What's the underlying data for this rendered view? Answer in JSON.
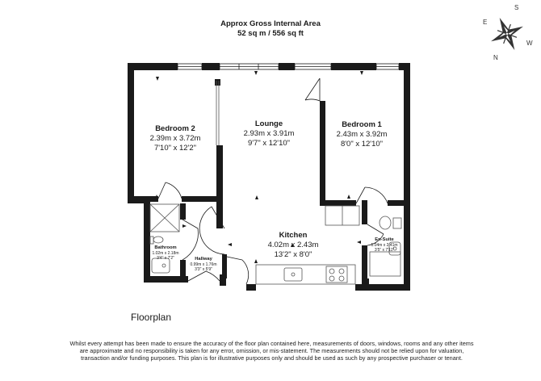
{
  "header": {
    "title": "Approx Gross Internal Area",
    "size": "52 sq m / 556 sq ft"
  },
  "compass": {
    "labels": [
      "S",
      "E",
      "N",
      "W"
    ]
  },
  "rooms": {
    "bedroom2": {
      "name": "Bedroom 2",
      "metric": "2.39m x 3.72m",
      "imperial": "7'10\" x 12'2\""
    },
    "lounge": {
      "name": "Lounge",
      "metric": "2.93m x 3.91m",
      "imperial": "9'7\" x 12'10\""
    },
    "bedroom1": {
      "name": "Bedroom 1",
      "metric": "2.43m x 3.92m",
      "imperial": "8'0\" x 12'10\""
    },
    "kitchen": {
      "name": "Kitchen",
      "metric": "4.02m x 2.43m",
      "imperial": "13'2\" x 8'0\""
    },
    "bathroom": {
      "name": "Bathroom",
      "metric": "1.02m x 2.18m",
      "imperial": "3'4\" x 7'2\""
    },
    "hallway": {
      "name": "Hallway",
      "metric": "0.99m x 1.76m",
      "imperial": "3'3\" x 5'9\""
    },
    "ensuite": {
      "name": "En-Suite",
      "metric": "1.04m x 2.41m",
      "imperial": "3'5\" x 7'11\""
    }
  },
  "caption": "Floorplan",
  "disclaimer": "Whilst every attempt has been made to ensure the accuracy of the floor plan contained here, measurements of doors, windows, rooms and any other items are approximate and no responsibility is taken for any error, omission, or mis-statement. The measurements should not be relied upon for valuation, transaction and/or funding purposes. This plan is for illustrative purposes only and should be used as such by any prospective purchaser or tenant.",
  "colors": {
    "wall": "#1a1a1a",
    "fixture": "#555555",
    "background": "#ffffff"
  }
}
